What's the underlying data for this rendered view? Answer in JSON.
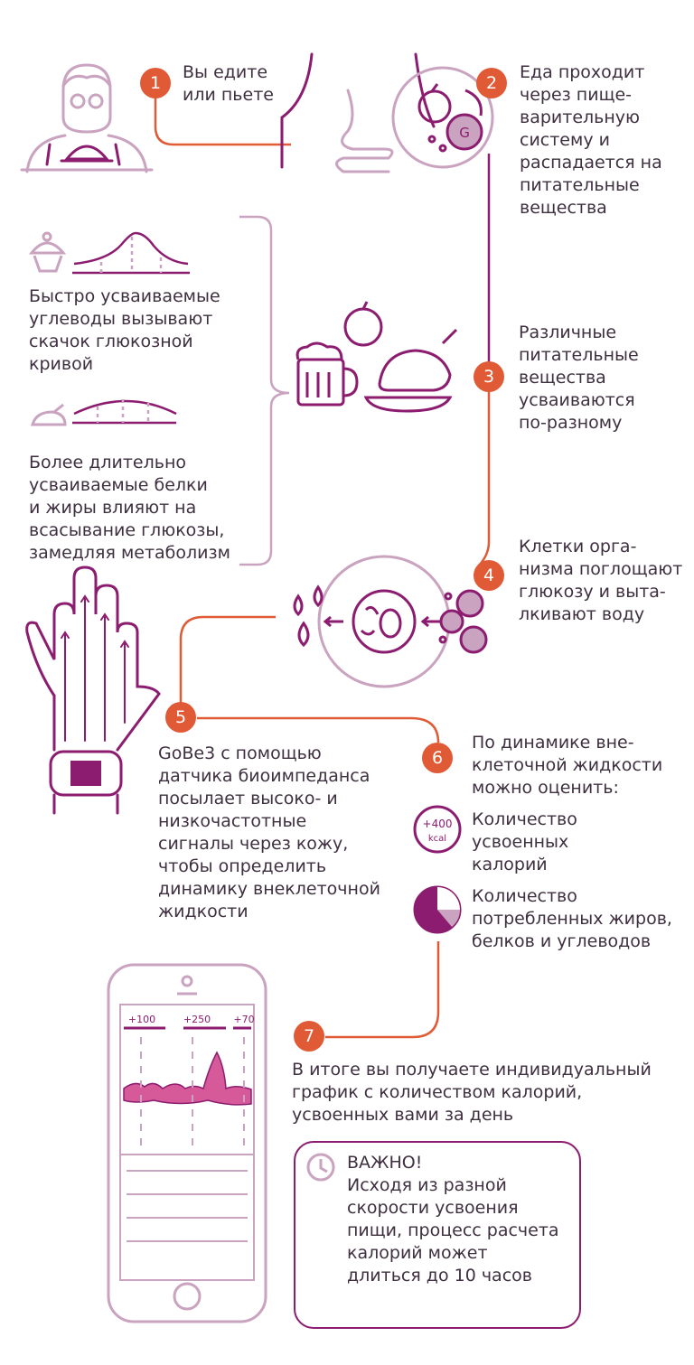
{
  "steps": {
    "s1": {
      "num": "1",
      "text": "Вы едите\nили пьете"
    },
    "s2": {
      "num": "2",
      "text": "Еда проходит\nчерез пище-\nварительную\nсистему и\nраспадается на\nпитательные\nвещества"
    },
    "s3": {
      "num": "3",
      "text": "Различные\nпитательные\nвещества\nусваиваются\nпо-разному"
    },
    "s4": {
      "num": "4",
      "text": "Клетки орга-\nнизма поглощают\nглюкозу и выта-\nлкивают воду"
    },
    "s5": {
      "num": "5",
      "text": "GoBe3 с помощью\nдатчика биоимпеданса\nпосылает высоко- и\nнизкочастотные\nсигналы через кожу,\nчтобы определить\nдинамику внеклеточной\nжидкости"
    },
    "s6": {
      "num": "6",
      "text": "По динамике вне-\nклеточной жидкости\nможно оценить:"
    },
    "s7": {
      "num": "7",
      "text": "В итоге вы получаете индивидуальный\nграфик с количеством калорий,\nусвоенных вами за день"
    }
  },
  "carbs_text": "Быстро усваиваемые\nуглеводы вызывают\nскачок глюкозной\nкривой",
  "protein_text": "Более длительно\nусваиваемые белки\nи жиры влияют на\nвсасывание глюкозы,\nзамедляя метаболизм",
  "calories_item": {
    "badge_top": "+400",
    "badge_bottom": "kcal",
    "text": "Количество\nусвоенных\nкалорий"
  },
  "macros_item": {
    "text": "Количество\nпотребленных жиров,\nбелков и углеводов"
  },
  "glucose_label": "G",
  "phone_chart": {
    "labels": [
      "+100",
      "+250",
      "+70"
    ]
  },
  "note": {
    "title": "ВАЖНО!",
    "text": "Исходя из разной\nскорости усвоения\nпищи, процесс расчета\nкалорий может\nдлиться до 10 часов"
  },
  "colors": {
    "accent": "#e05a35",
    "purple": "#8c1c6f",
    "light_purple": "#c9a3bf",
    "pink": "#d65a9a"
  }
}
